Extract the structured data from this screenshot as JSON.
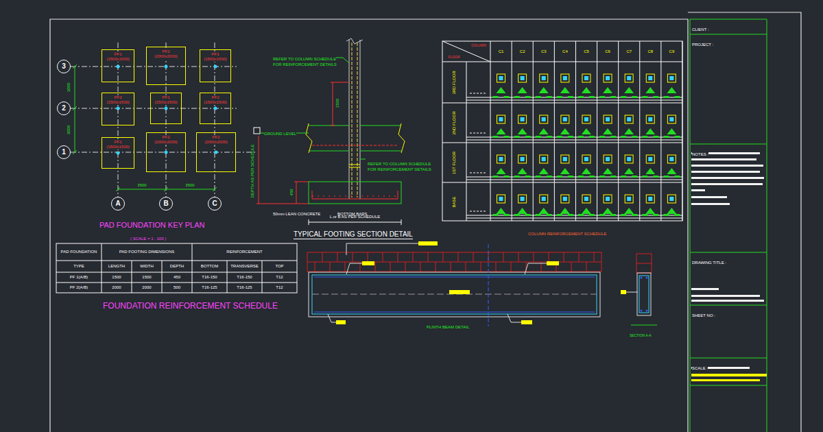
{
  "diagram": {
    "nodes": [
      {
        "text": [
          "PF1",
          "(1500x1500)"
        ]
      },
      {
        "text": [
          "PF2",
          "(2000x2000)"
        ]
      },
      {
        "text": [
          "PF1",
          "(1500x1500)"
        ]
      },
      {
        "text": [
          "PF2",
          "(1500x1500)"
        ]
      },
      {
        "text": [
          "PF1",
          "(1500x1500)"
        ]
      },
      {
        "text": [
          "PF2",
          "(1500x1500)"
        ]
      },
      {
        "text": [
          "PF1",
          "(1500x1500)"
        ]
      },
      {
        "text": [
          "PF2",
          "(2000x2000)"
        ]
      },
      {
        "text": [
          "PF2",
          "(2000x2000)"
        ]
      },
      {
        "text": [
          "3"
        ]
      },
      {
        "text": [
          "2"
        ]
      },
      {
        "text": [
          "1"
        ]
      },
      {
        "text": [
          "A"
        ]
      },
      {
        "text": [
          "B"
        ]
      },
      {
        "text": [
          "C"
        ]
      }
    ],
    "labels": [
      "PAD FOUNDATION KEY PLAN",
      "( SCALE = 1 : 100 )",
      "3000",
      "3000",
      "3500",
      "3500",
      "TYPICAL FOOTING SECTION DETAIL",
      "REFER TO COLUMN SCHEDULE",
      "FOR REINFORCEMENT DETAILS",
      "REFER TO COLUMN SCHEDULE",
      "FOR REINFORCEMENT DETAILS",
      "GROUND LEVEL",
      "1500",
      "DEPTH AS PER SCHEDULE",
      "450",
      "50mm LEAN CONCRETE",
      "BOTTOM BARS",
      "L or B AS PER SCHEDULE",
      "PAD FOUNDATION",
      "PAD FOOTING DIMENSIONS",
      "REINFORCEMENT",
      "TYPE",
      "LENGTH",
      "WIDTH",
      "DEPTH",
      "BOTTOM",
      "TRANSVERSE",
      "TOP",
      "PF 1(A/B)",
      "1500",
      "1500",
      "450",
      "T16-150",
      "T16-150",
      "T12",
      "PF 2(A/B)",
      "2000",
      "2000",
      "500",
      "T16-125",
      "T16-125",
      "T12",
      "FOUNDATION REINFORCEMENT SCHEDULE",
      "COLUMN",
      "FLOOR",
      "C1",
      "C2",
      "C3",
      "C4",
      "C5",
      "C6",
      "C7",
      "C8",
      "C9",
      "3RD FLOOR",
      "2ND FLOOR",
      "1ST FLOOR",
      "BASE",
      "COLUMN REINFORCEMENT SCHEDULE",
      "PLINTH BEAM DETAIL",
      "SECTION A-A",
      "CLIENT :",
      "PROJECT :",
      "NOTES :",
      "DRAWING TITLE :",
      "SHEET NO :",
      "SCALE :"
    ]
  }
}
